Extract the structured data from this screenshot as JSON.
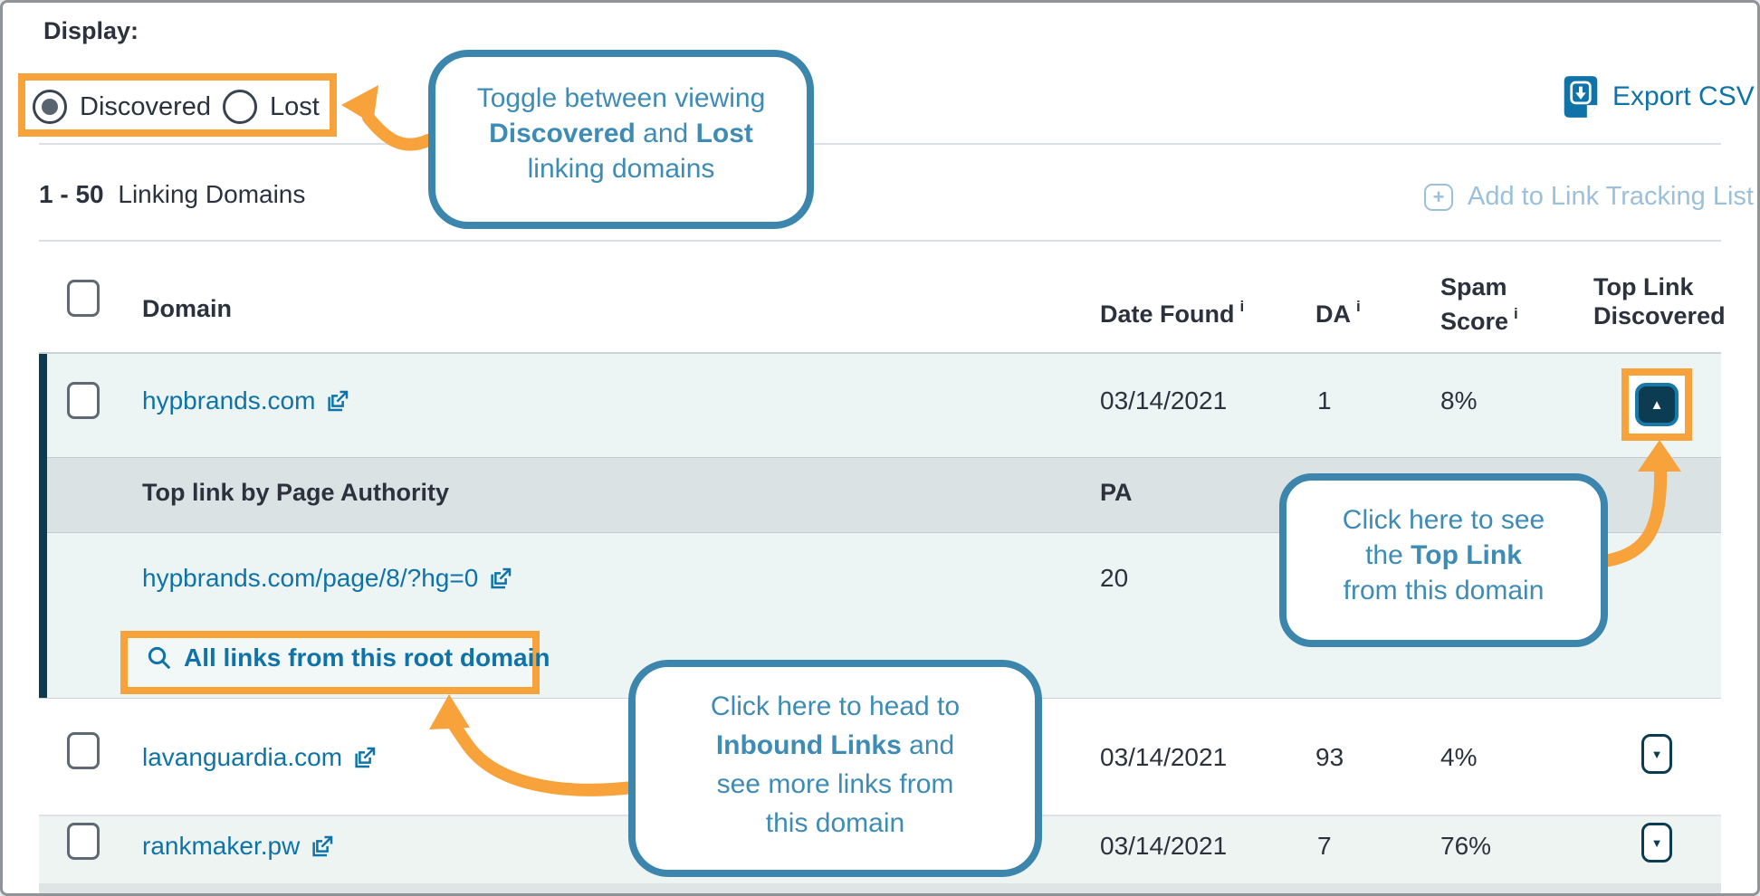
{
  "colors": {
    "accent_orange": "#F7A23B",
    "link_blue": "#0F73A8",
    "callout_blue": "#3C86AD",
    "navy": "#0C3C52",
    "row_teal_bg": "#ECF4F4",
    "subheader_gray_bg": "#DBE2E4"
  },
  "icons": {
    "caret_up": "▲",
    "caret_down": "▼",
    "plus": "+"
  },
  "toolbar": {
    "display_label": "Display:",
    "radio_discovered_label": "Discovered",
    "radio_lost_label": "Lost",
    "export_csv_label": "Export CSV",
    "count_bold": "1 - 50",
    "count_label": "Linking Domains",
    "add_to_list_label": "Add to Link Tracking List"
  },
  "callouts": {
    "toggle": {
      "l1": "Toggle between viewing",
      "b1": "Discovered",
      "m1": " and ",
      "b2": "Lost",
      "l3": "linking domains"
    },
    "top_link": {
      "l1": "Click here to see",
      "m1": "the ",
      "b1": "Top Link",
      "l3": "from this domain"
    },
    "inbound": {
      "l1": "Click here to head to",
      "b1": "Inbound Links",
      "m1": " and",
      "l3": "see more links from",
      "l4": "this domain"
    }
  },
  "table": {
    "headers": {
      "domain": "Domain",
      "date_found": "Date Found",
      "da": "DA",
      "spam1": "Spam",
      "spam2": "Score",
      "top1": "Top Link",
      "top2": "Discovered",
      "info": "i"
    },
    "expanded_row": {
      "domain": "hypbrands.com",
      "date": "03/14/2021",
      "da": "1",
      "spam": "8%",
      "sub_header": "Top link by Page Authority",
      "pa_label": "PA",
      "top_link_url": "hypbrands.com/page/8/?hg=0",
      "pa_value": "20",
      "all_links_label": "All links from this root domain"
    },
    "rows": [
      {
        "domain": "lavanguardia.com",
        "date": "03/14/2021",
        "da": "93",
        "spam": "4%"
      },
      {
        "domain": "rankmaker.pw",
        "date": "03/14/2021",
        "da": "7",
        "spam": "76%"
      }
    ]
  }
}
